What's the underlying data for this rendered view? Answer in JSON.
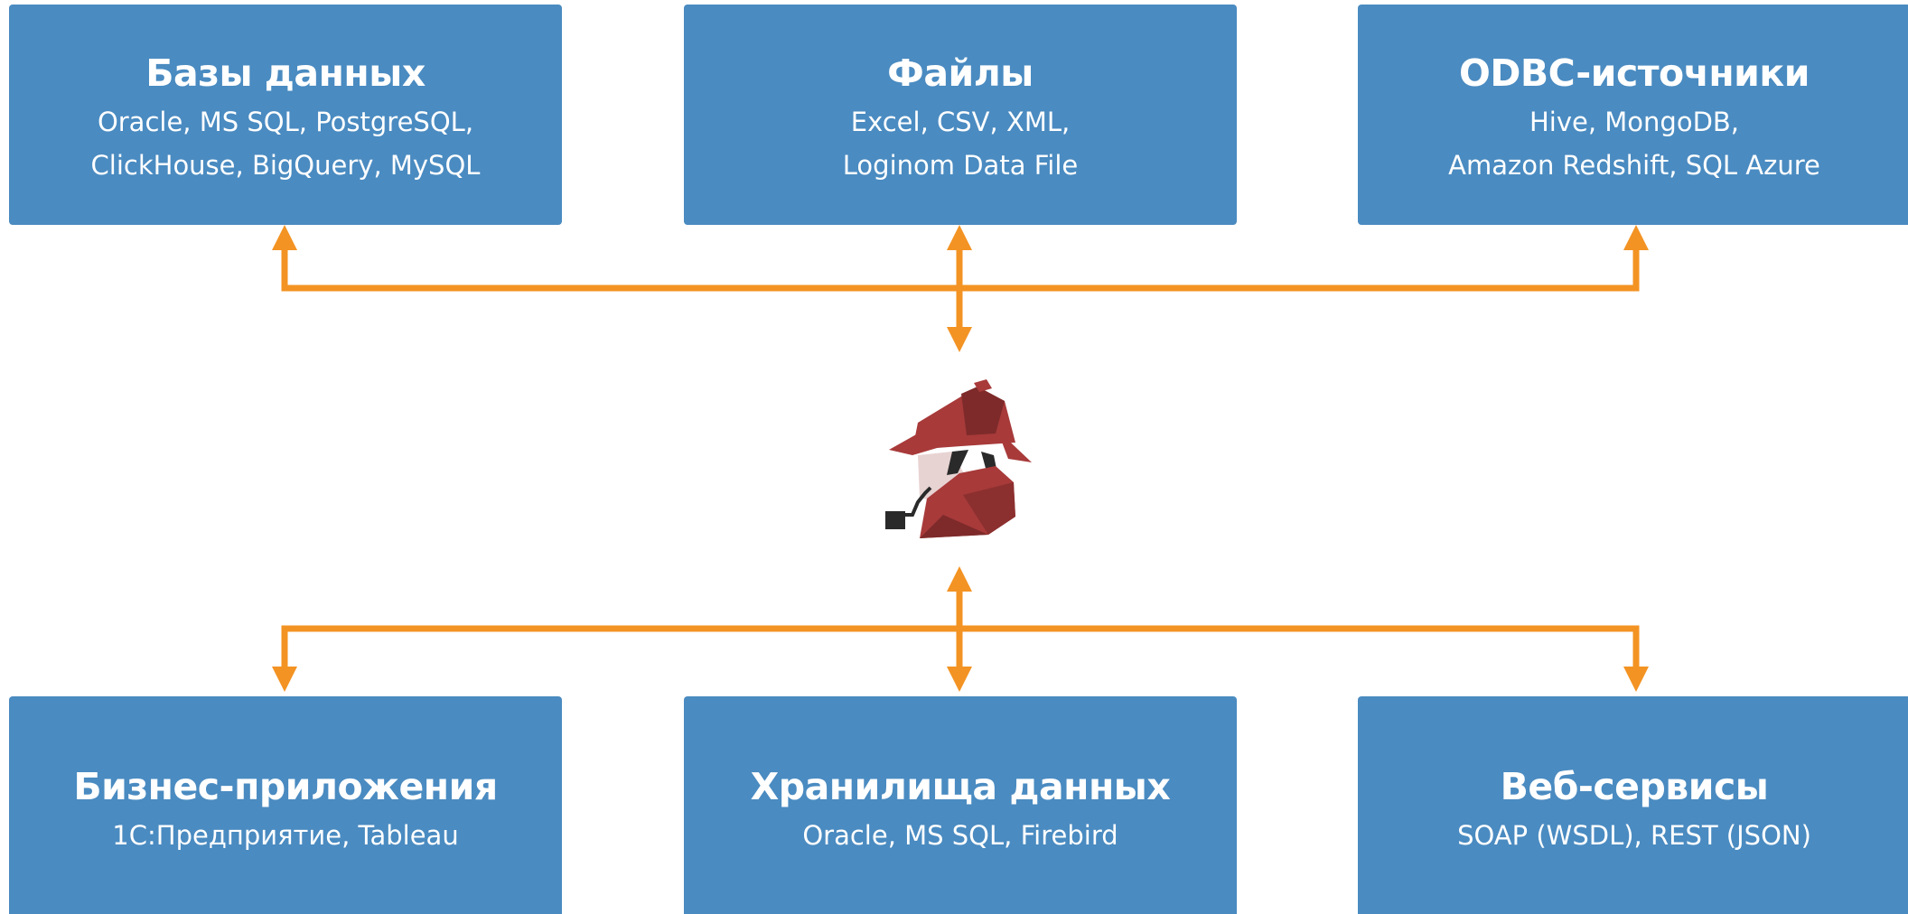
{
  "colors": {
    "card_fill": "#4a8bc1",
    "card_text": "#ffffff",
    "connector": "#f39323",
    "hat_dark": "#7e2a2a",
    "hat_light": "#a83a3a",
    "face": "#e8d3d3",
    "pipe": "#2a2a2a"
  },
  "sources": [
    {
      "title": "Базы данных",
      "lines": [
        "Oracle, MS SQL, PostgreSQL,",
        "ClickHouse, BigQuery, MySQL"
      ]
    },
    {
      "title": "Файлы",
      "lines": [
        "Excel, CSV, XML,",
        "Loginom Data File"
      ]
    },
    {
      "title": "ODBC-источники",
      "lines": [
        "Hive, MongoDB,",
        "Amazon Redshift, SQL Azure"
      ]
    }
  ],
  "targets": [
    {
      "title": "Бизнес-приложения",
      "lines": [
        "1С:Предприятие, Tableau"
      ]
    },
    {
      "title": "Хранилища данных",
      "lines": [
        "Oracle, MS SQL, Firebird"
      ]
    },
    {
      "title": "Веб-сервисы",
      "lines": [
        "SOAP (WSDL), REST (JSON)"
      ]
    }
  ],
  "center_icon": "detective-mascot-icon"
}
